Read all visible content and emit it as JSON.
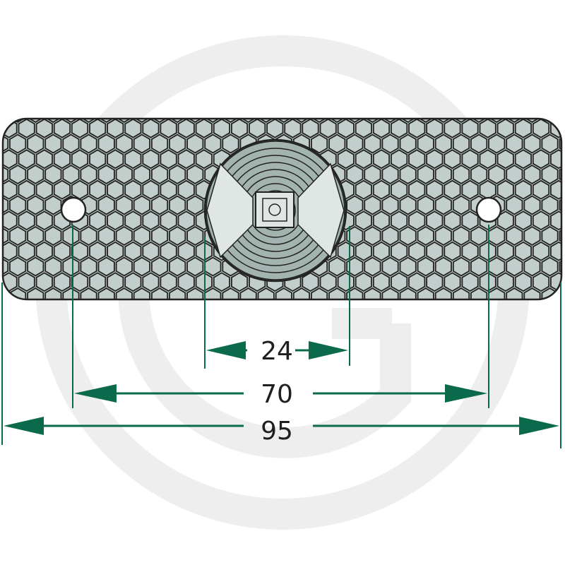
{
  "colors": {
    "background": "#ffffff",
    "watermark": "#eeeeee",
    "plate_fill": "#c7d3d0",
    "hex_fill": "#c2cecb",
    "outline": "#222222",
    "lens_fill": "#a3b4b0",
    "lens_light": "#dfe6e4",
    "dimension": "#0b6a4b",
    "label": "#1f1f1f"
  },
  "icons": {
    "watermark": "brand-circle-g-icon",
    "reflector": "hexagon-reflector-plate-icon",
    "lens": "sealing-grommet-icon"
  },
  "dimensions": [
    {
      "id": "lens-width",
      "value": "24"
    },
    {
      "id": "hole-spacing",
      "value": "70"
    },
    {
      "id": "overall-length",
      "value": "95"
    }
  ]
}
